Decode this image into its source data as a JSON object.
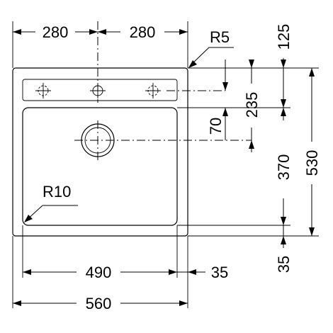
{
  "drawing": {
    "dimensions": {
      "top_left": "280",
      "top_right": "280",
      "corner_radius_outer": "R5",
      "corner_radius_inner": "R10",
      "bowl_width": "490",
      "right_margin": "35",
      "overall_width": "560",
      "top_to_tap": "125",
      "tap_to_drain": "235",
      "drain_offset": "70",
      "bowl_height": "370",
      "overall_height": "530",
      "bottom_margin": "35"
    },
    "icons": [
      "dashed-tap-hole-left-icon",
      "tap-hole-center-icon",
      "dashed-tap-hole-right-icon",
      "drain-icon"
    ]
  }
}
